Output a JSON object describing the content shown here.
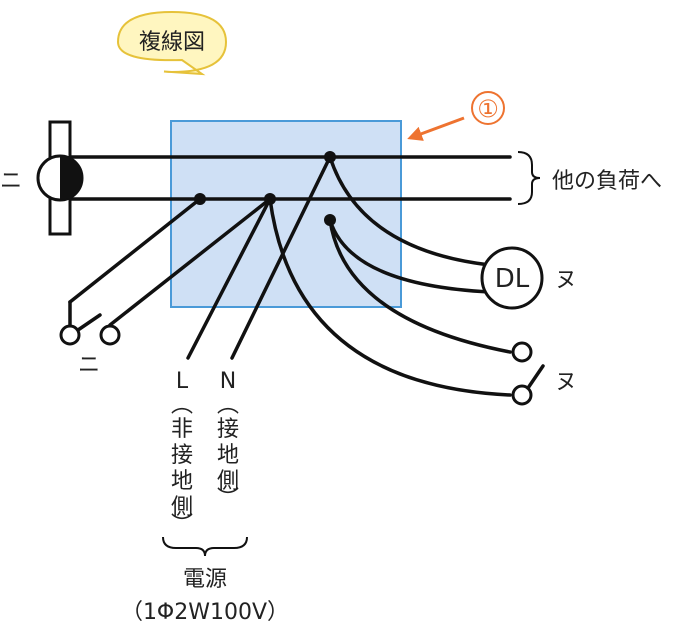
{
  "callout_title": "複線図",
  "marker_number": "①",
  "other_loads_label": "他の負荷へ",
  "receptacle_label": "ニ",
  "switch_ni_label": "ニ",
  "dl_label": "DL",
  "dl_switch_label": "ヌ",
  "switch_nu_label": "ヌ",
  "line_l": {
    "letter": "L",
    "paren_open": "︵",
    "chars": [
      "非",
      "接",
      "地",
      "側"
    ],
    "paren_close": "︶"
  },
  "line_n": {
    "letter": "N",
    "paren_open": "︵",
    "chars": [
      "接",
      "地",
      "側"
    ],
    "paren_close": "︶"
  },
  "power_label": "電源",
  "power_spec": "（1Φ2W100V）",
  "colors": {
    "box_fill": "#cfe0f5",
    "box_stroke": "#4a9ad8",
    "callout_fill": "#fff6c0",
    "callout_stroke": "#e6c23a",
    "marker": "#ee7330"
  }
}
